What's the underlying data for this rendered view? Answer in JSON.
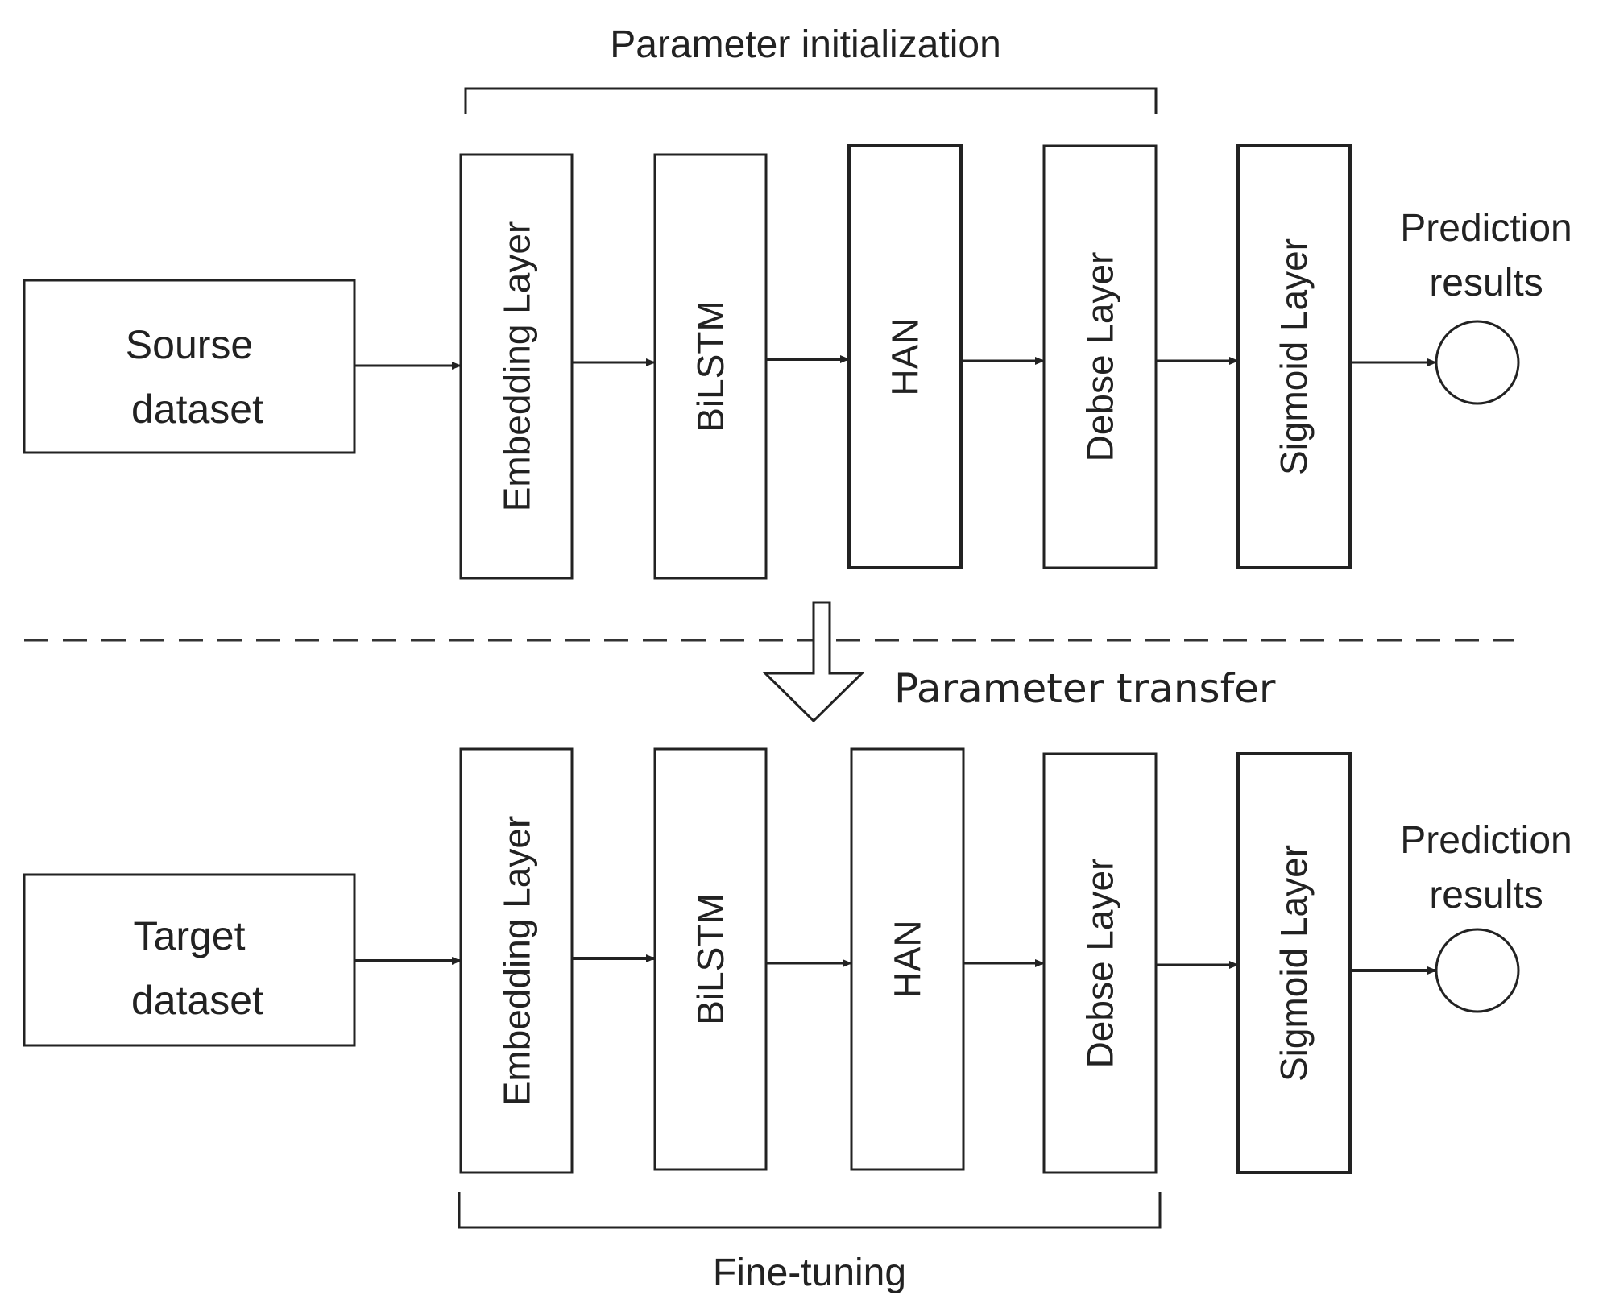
{
  "annotations": {
    "parameter_initialization": "Parameter initialization",
    "parameter_transfer": "Parameter transfer",
    "fine_tuning": "Fine-tuning"
  },
  "source_row": {
    "input": [
      "Sourse",
      "dataset"
    ],
    "layers": {
      "embedding": "Embedding Layer",
      "bilstm": "BiLSTM",
      "han": "HAN",
      "dense": "Debse Layer",
      "sigmoid": "Sigmoid Layer"
    },
    "output": [
      "Prediction",
      "results"
    ]
  },
  "target_row": {
    "input": [
      "Target",
      "dataset"
    ],
    "layers": {
      "embedding": "Embedding Layer",
      "bilstm": "BiLSTM",
      "han": "HAN",
      "dense": "Debse Layer",
      "sigmoid": "Sigmoid Layer"
    },
    "output": [
      "Prediction",
      "results"
    ]
  },
  "colors": {
    "stroke": "#222222",
    "text": "#222222",
    "background": "#ffffff"
  }
}
